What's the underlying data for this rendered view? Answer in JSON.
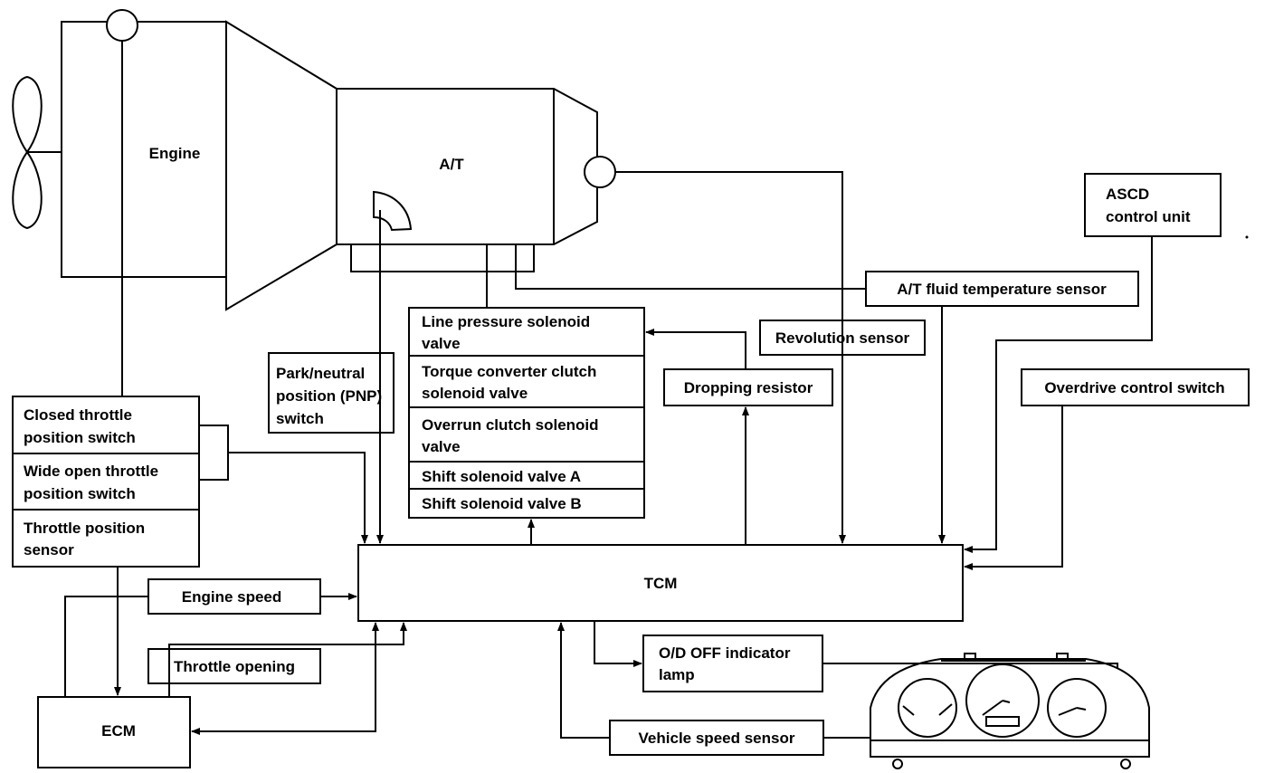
{
  "engine": "Engine",
  "at": "A/T",
  "ascd": [
    "ASCD",
    "control unit"
  ],
  "at_fluid_temp": "A/T fluid temperature sensor",
  "revolution_sensor": "Revolution sensor",
  "overdrive_switch": "Overdrive control switch",
  "dropping_resistor": "Dropping resistor",
  "pnp": [
    "Park/neutral",
    "position (PNP)",
    "switch"
  ],
  "solenoids": {
    "line_pressure": [
      "Line pressure solenoid",
      "valve"
    ],
    "tcc": [
      "Torque converter clutch",
      "solenoid valve"
    ],
    "overrun": [
      "Overrun clutch solenoid",
      "valve"
    ],
    "shift_a": "Shift solenoid valve A",
    "shift_b": "Shift solenoid valve B"
  },
  "throttle": {
    "closed": [
      "Closed throttle",
      "position switch"
    ],
    "wide_open": [
      "Wide open throttle",
      "position switch"
    ],
    "sensor": [
      "Throttle position",
      "sensor"
    ]
  },
  "tcm": "TCM",
  "engine_speed": "Engine speed",
  "throttle_opening": "Throttle opening",
  "ecm": "ECM",
  "od_off": [
    "O/D OFF indicator",
    "lamp"
  ],
  "vehicle_speed_sensor": "Vehicle speed sensor"
}
